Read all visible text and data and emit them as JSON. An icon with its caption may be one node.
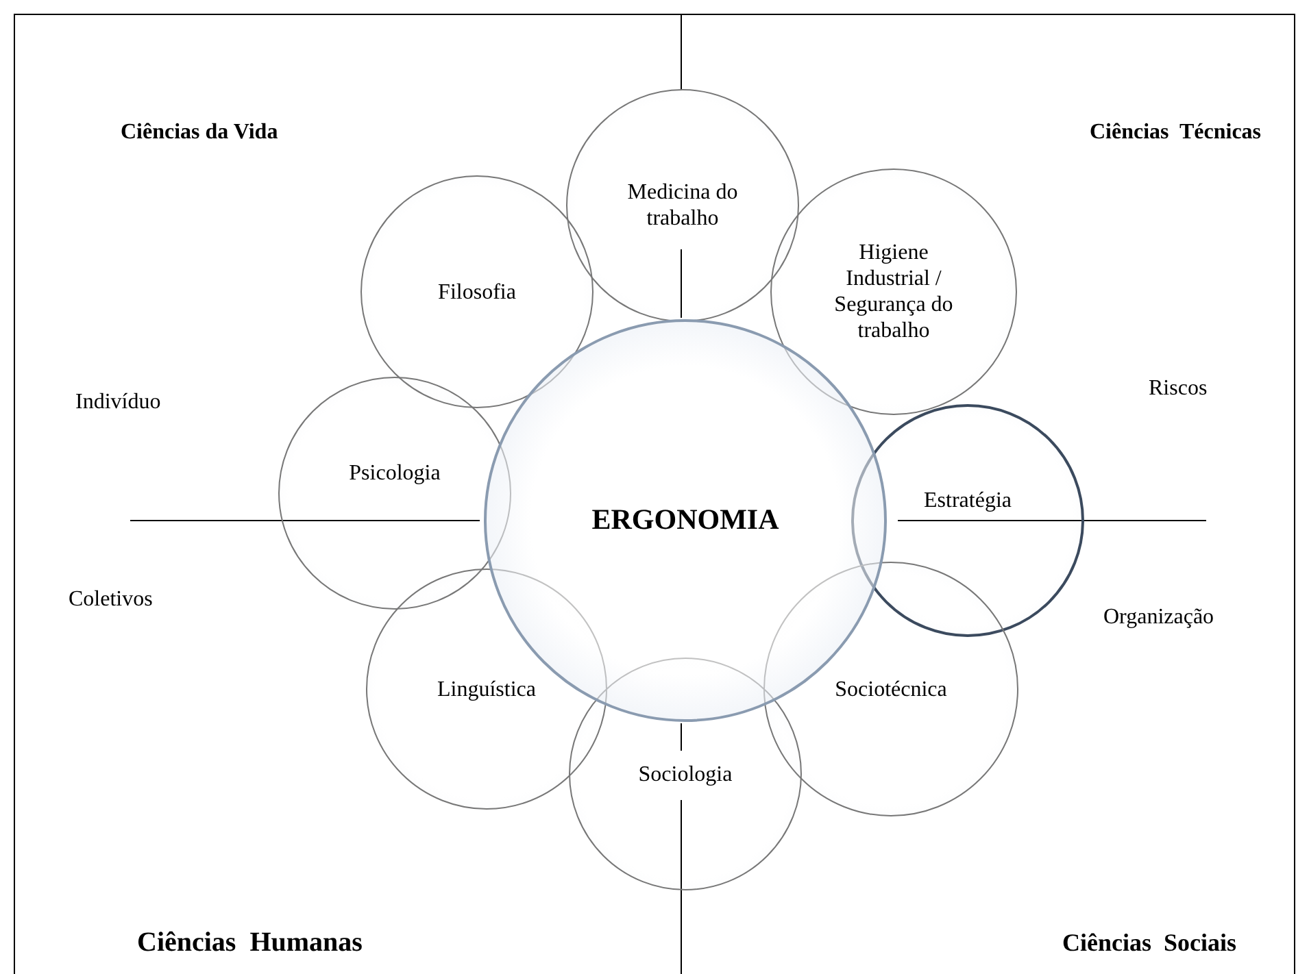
{
  "diagram": {
    "nodes": [
      {
        "text": [
          "Medicina do trabalho"
        ]
      },
      {
        "text": [
          "Filosofia"
        ]
      },
      {
        "text": [
          "Higiene Industrial / Segurança do trabalho"
        ]
      },
      {
        "text": [
          "Psicologia"
        ]
      },
      {
        "text": [
          "ERGONOMIA"
        ]
      },
      {
        "text": [
          "Estratégia"
        ]
      },
      {
        "text": [
          "Linguística"
        ]
      },
      {
        "text": [
          "Sociotécnica"
        ]
      },
      {
        "text": [
          "Sociologia"
        ]
      }
    ],
    "edges": [],
    "labels": [
      "Ciências da Vida",
      "Ciências  Técnicas",
      "Indivíduo",
      "Riscos",
      "Coletivos",
      "Organização",
      "Ciências  Humanas",
      "Ciências  Sociais"
    ]
  }
}
